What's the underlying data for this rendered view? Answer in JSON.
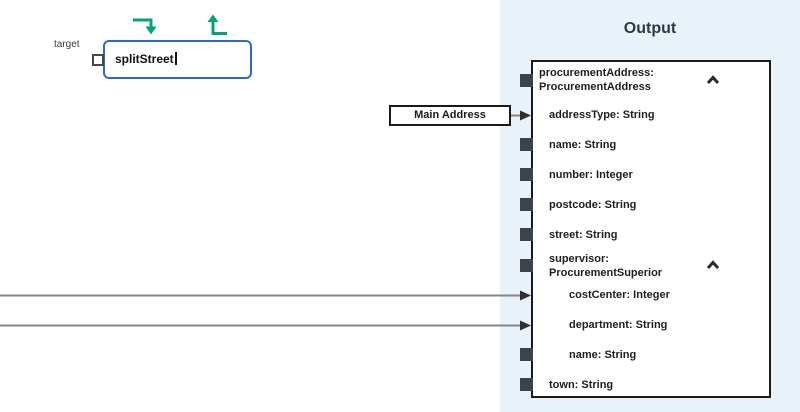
{
  "canvas": {
    "target_label": "target",
    "function_node": {
      "name": "splitStreet"
    },
    "main_address_node": {
      "label": "Main Address"
    }
  },
  "output_panel": {
    "title": "Output",
    "fields": [
      {
        "label": "procurementAddress:\nProcurementAddress",
        "level": 0,
        "marker": "anchor",
        "collapsible": true
      },
      {
        "label": "addressType: String",
        "level": 1,
        "marker": "arrow-in",
        "collapsible": false
      },
      {
        "label": "name: String",
        "level": 1,
        "marker": "anchor",
        "collapsible": false
      },
      {
        "label": "number: Integer",
        "level": 1,
        "marker": "anchor",
        "collapsible": false
      },
      {
        "label": "postcode: String",
        "level": 1,
        "marker": "anchor",
        "collapsible": false
      },
      {
        "label": "street: String",
        "level": 1,
        "marker": "anchor",
        "collapsible": false
      },
      {
        "label": "supervisor:\nProcurementSuperior",
        "level": 1,
        "marker": "anchor",
        "collapsible": true
      },
      {
        "label": "costCenter: Integer",
        "level": 2,
        "marker": "arrow-in",
        "collapsible": false
      },
      {
        "label": "department: String",
        "level": 2,
        "marker": "arrow-in",
        "collapsible": false
      },
      {
        "label": "name: String",
        "level": 2,
        "marker": "anchor",
        "collapsible": false
      },
      {
        "label": "town: String",
        "level": 1,
        "marker": "anchor",
        "collapsible": false
      }
    ]
  },
  "colors": {
    "accent_green": "#00a47c",
    "node_border_blue": "#2c68ce",
    "panel_background": "#e9f2f9",
    "connector_gray": "#868686",
    "marker_dark": "#3c444a"
  }
}
